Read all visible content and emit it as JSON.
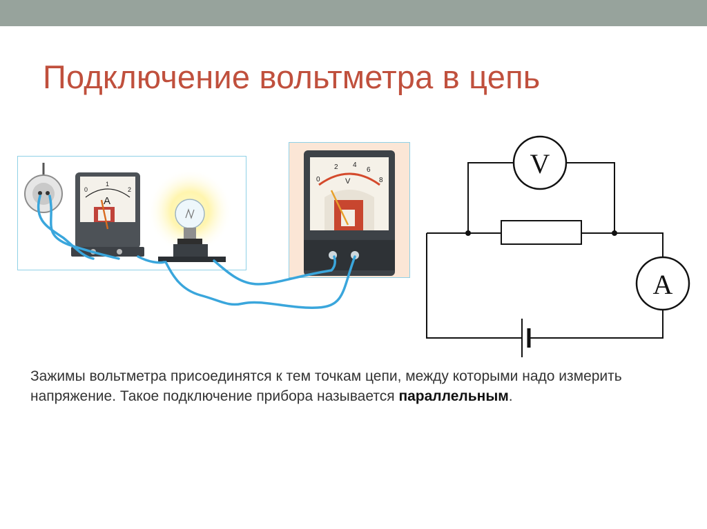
{
  "slide": {
    "title": "Подключение вольтметра в цепь",
    "body_text_prefix": "Зажимы вольтметра присоединятся к тем точкам цепи, между которыми надо измерить напряжение. Такое подключение прибора называется ",
    "body_text_emphasis": "параллельным",
    "body_text_suffix": "."
  },
  "photo_left": {
    "ammeter_letter": "A",
    "ammeter_scale": [
      "0",
      "1",
      "2"
    ]
  },
  "photo_right": {
    "voltmeter_letter": "V",
    "voltmeter_scale": [
      "0",
      "2",
      "4",
      "6",
      "8"
    ]
  },
  "schematic": {
    "voltmeter_symbol": "V",
    "ammeter_symbol": "A"
  },
  "colors": {
    "title": "#c0503d",
    "top_band": "#97a39c",
    "wire": "#3aa6dc",
    "frame": "#8fd0e6"
  }
}
